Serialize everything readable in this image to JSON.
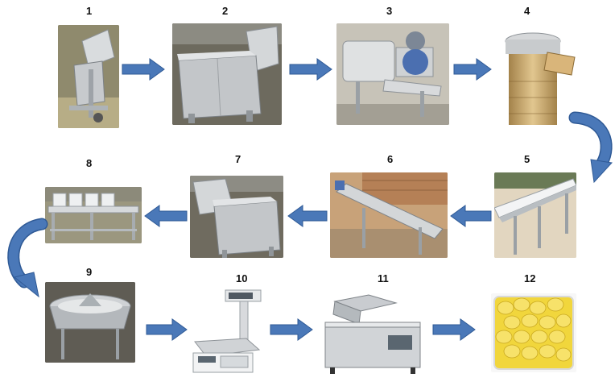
{
  "steps": [
    {
      "label": "1"
    },
    {
      "label": "2"
    },
    {
      "label": "3"
    },
    {
      "label": "4"
    },
    {
      "label": "5"
    },
    {
      "label": "6"
    },
    {
      "label": "7"
    },
    {
      "label": "8"
    },
    {
      "label": "9"
    },
    {
      "label": "10"
    },
    {
      "label": "11"
    },
    {
      "label": "12"
    }
  ],
  "colors": {
    "arrow": "#4a78b8",
    "arrow_dark": "#2f5a96",
    "steel": "#b9bcbf",
    "product": "#f2d33a"
  }
}
